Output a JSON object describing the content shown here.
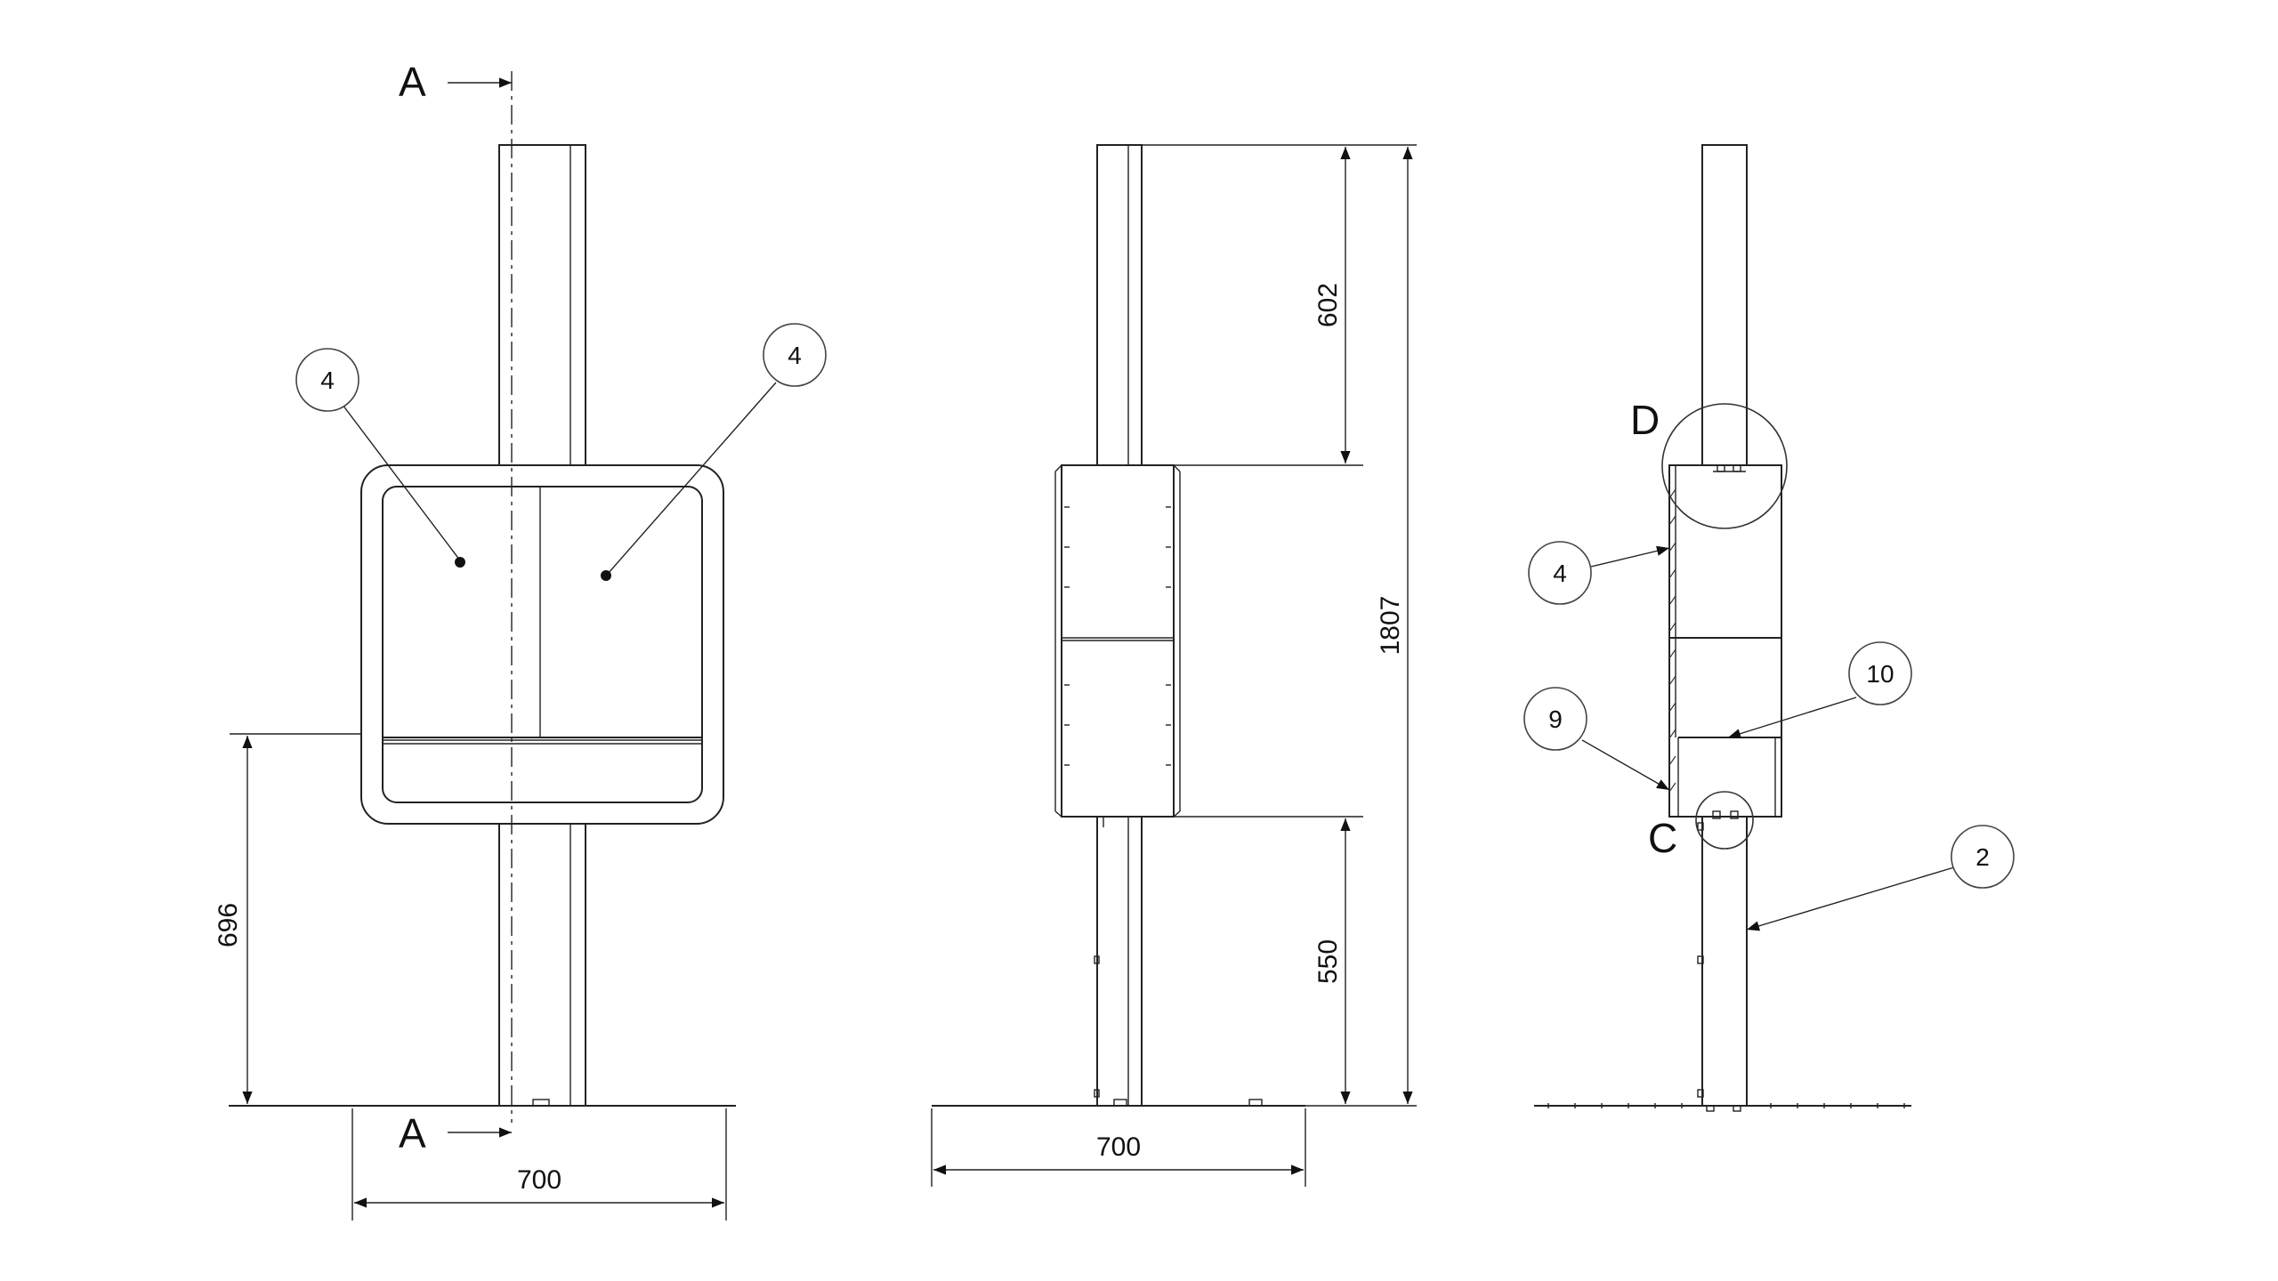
{
  "front_view": {
    "section_label_top": "A",
    "section_label_bottom": "A",
    "width_dim": "700",
    "height_dim": "696",
    "callouts": [
      "4",
      "4"
    ]
  },
  "side_view": {
    "dim_top": "602",
    "dim_total": "1807",
    "dim_bottom": "550",
    "width_dim": "700"
  },
  "section_view": {
    "detail_D": "D",
    "detail_C": "C",
    "callouts": [
      "4",
      "9",
      "10",
      "2"
    ]
  }
}
